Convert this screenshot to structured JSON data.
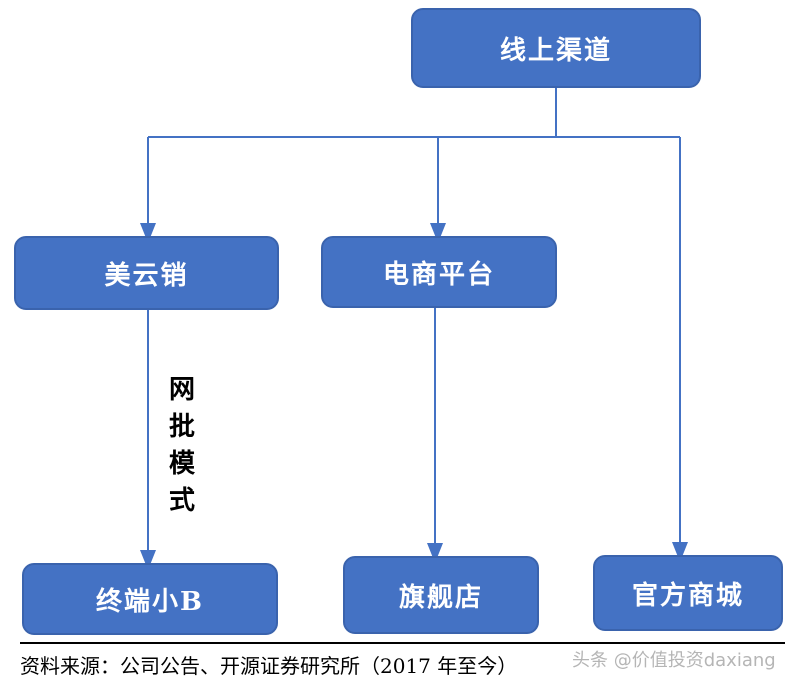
{
  "nodes": {
    "online_channel": "线上渠道",
    "meiyunxiao": "美云销",
    "ecommerce": "电商平台",
    "small_b": "终端小B",
    "flagship": "旗舰店",
    "official_mall": "官方商城"
  },
  "edge_label": [
    "网",
    "批",
    "模",
    "式"
  ],
  "source": "资料来源：公司公告、开源证券研究所（2017 年至今）",
  "watermark": "头条 @价值投资daxiang",
  "colors": {
    "box_fill": "#4472c4",
    "arrow": "#4472c4",
    "text": "#ffffff"
  }
}
